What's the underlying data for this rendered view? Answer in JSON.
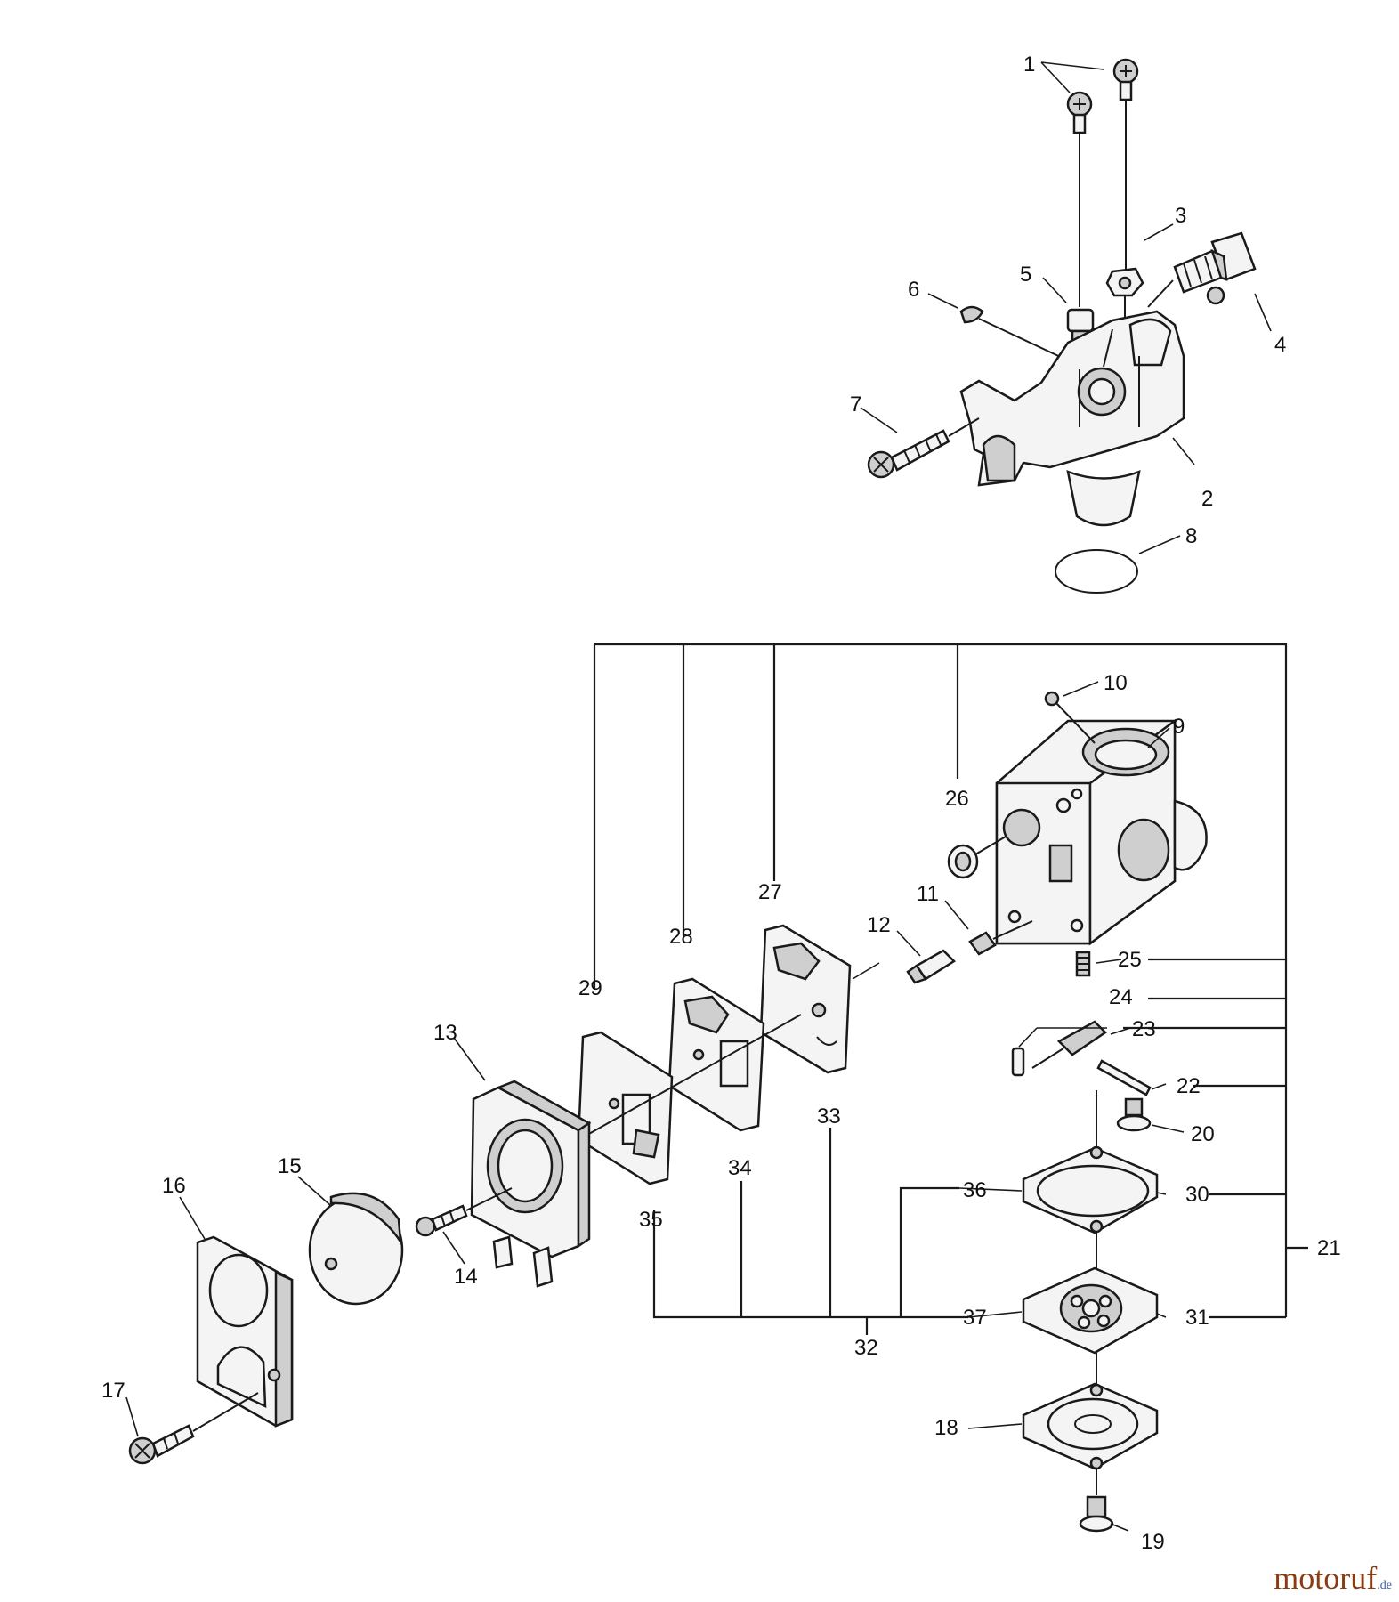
{
  "callouts": {
    "c1": "1",
    "c2": "2",
    "c3": "3",
    "c4": "4",
    "c5": "5",
    "c6": "6",
    "c7": "7",
    "c8": "8",
    "c9": "9",
    "c10": "10",
    "c11": "11",
    "c12": "12",
    "c13": "13",
    "c14": "14",
    "c15": "15",
    "c16": "16",
    "c17": "17",
    "c18": "18",
    "c19": "19",
    "c20": "20",
    "c21": "21",
    "c22": "22",
    "c23": "23",
    "c24": "24",
    "c25": "25",
    "c26": "26",
    "c27": "27",
    "c28": "28",
    "c29": "29",
    "c30": "30",
    "c31": "31",
    "c32": "32",
    "c33": "33",
    "c34": "34",
    "c35": "35",
    "c36": "36",
    "c37": "37"
  },
  "watermark": {
    "brand": "motoruf",
    "suffix": ".de"
  }
}
